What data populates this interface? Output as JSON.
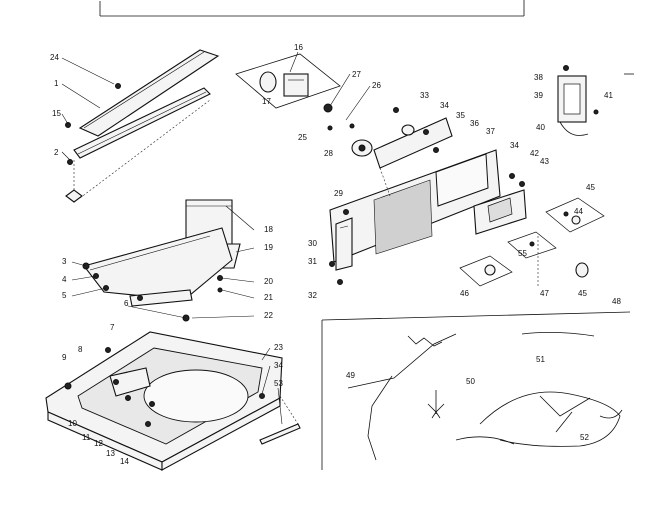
{
  "parts": {
    "p1": "1",
    "p2": "2",
    "p3": "3",
    "p4": "4",
    "p5": "5",
    "p6": "6",
    "p7": "7",
    "p8": "8",
    "p9": "9",
    "p10": "10",
    "p11": "11",
    "p12": "12",
    "p13": "13",
    "p14": "14",
    "p15": "15",
    "p16": "16",
    "p17": "17",
    "p18": "18",
    "p19": "19",
    "p20": "20",
    "p21": "21",
    "p22": "22",
    "p23": "23",
    "p24": "24",
    "p25": "25",
    "p26": "26",
    "p27": "27",
    "p28": "28",
    "p29": "29",
    "p30": "30",
    "p31": "31",
    "p32": "32",
    "p33": "33",
    "p34a": "34",
    "p34b": "34",
    "p34c": "34",
    "p35": "35",
    "p36": "36",
    "p37": "37",
    "p38": "38",
    "p39": "39",
    "p40": "40",
    "p41": "41",
    "p42": "42",
    "p43": "43",
    "p44": "44",
    "p45": "45",
    "p46": "46",
    "p47": "47",
    "p48": "48",
    "p49": "49",
    "p50": "50",
    "p51": "51",
    "p52": "52",
    "p53": "53",
    "p55": "55"
  }
}
